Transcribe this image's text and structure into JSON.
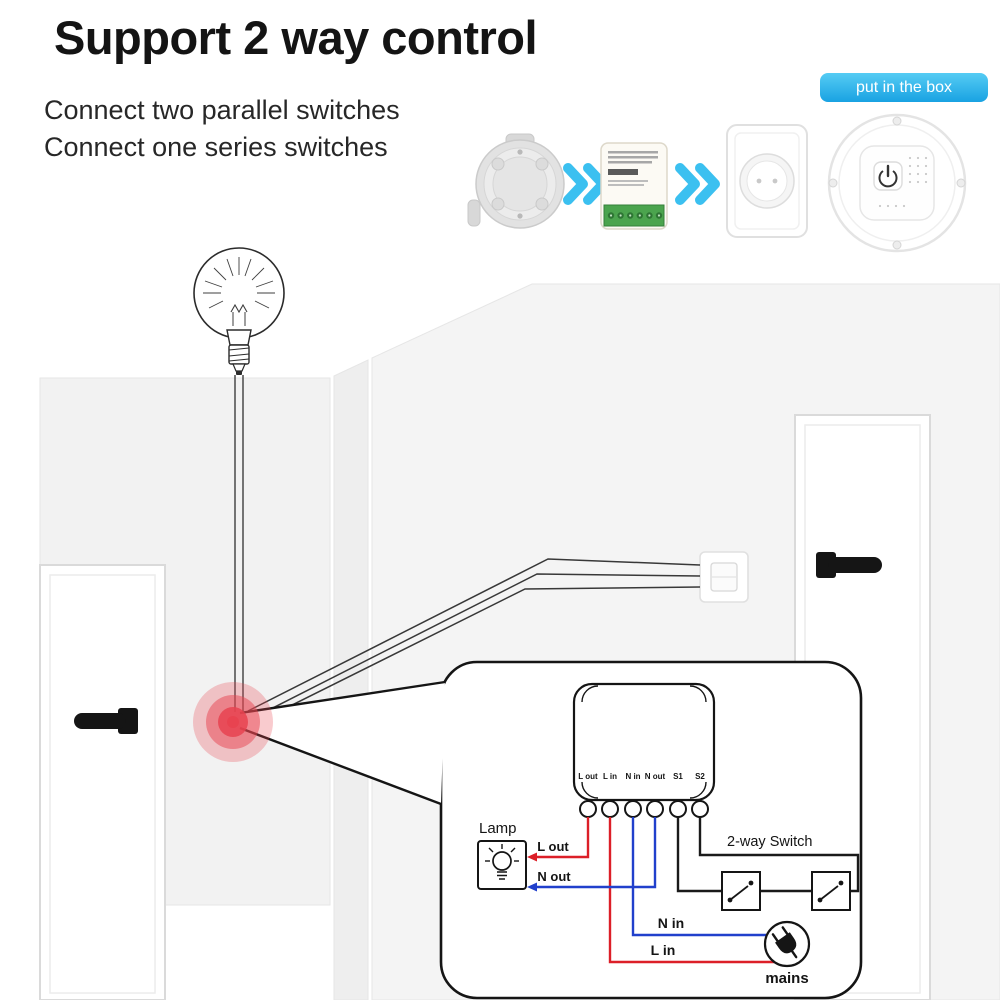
{
  "header": {
    "title": "Support 2 way control",
    "subtitle_line1": "Connect two parallel switches",
    "subtitle_line2": "Connect one series switches"
  },
  "badge": {
    "label": "put in the box",
    "bg_color": "#2db5ec"
  },
  "wiring": {
    "lamp_label": "Lamp",
    "l_out_label": "L out",
    "n_out_label": "N out",
    "n_in_label": "N in",
    "l_in_label": "L in",
    "mains_label": "mains",
    "two_way_switch_label": "2-way Switch",
    "terminals": [
      "L out",
      "L in",
      "N in",
      "N out",
      "S1",
      "S2"
    ]
  },
  "colors": {
    "live_wire": "#dc1f28",
    "neutral_wire": "#2140cc",
    "switch_wire": "#1a1a1a",
    "highlight": "#e84350"
  }
}
